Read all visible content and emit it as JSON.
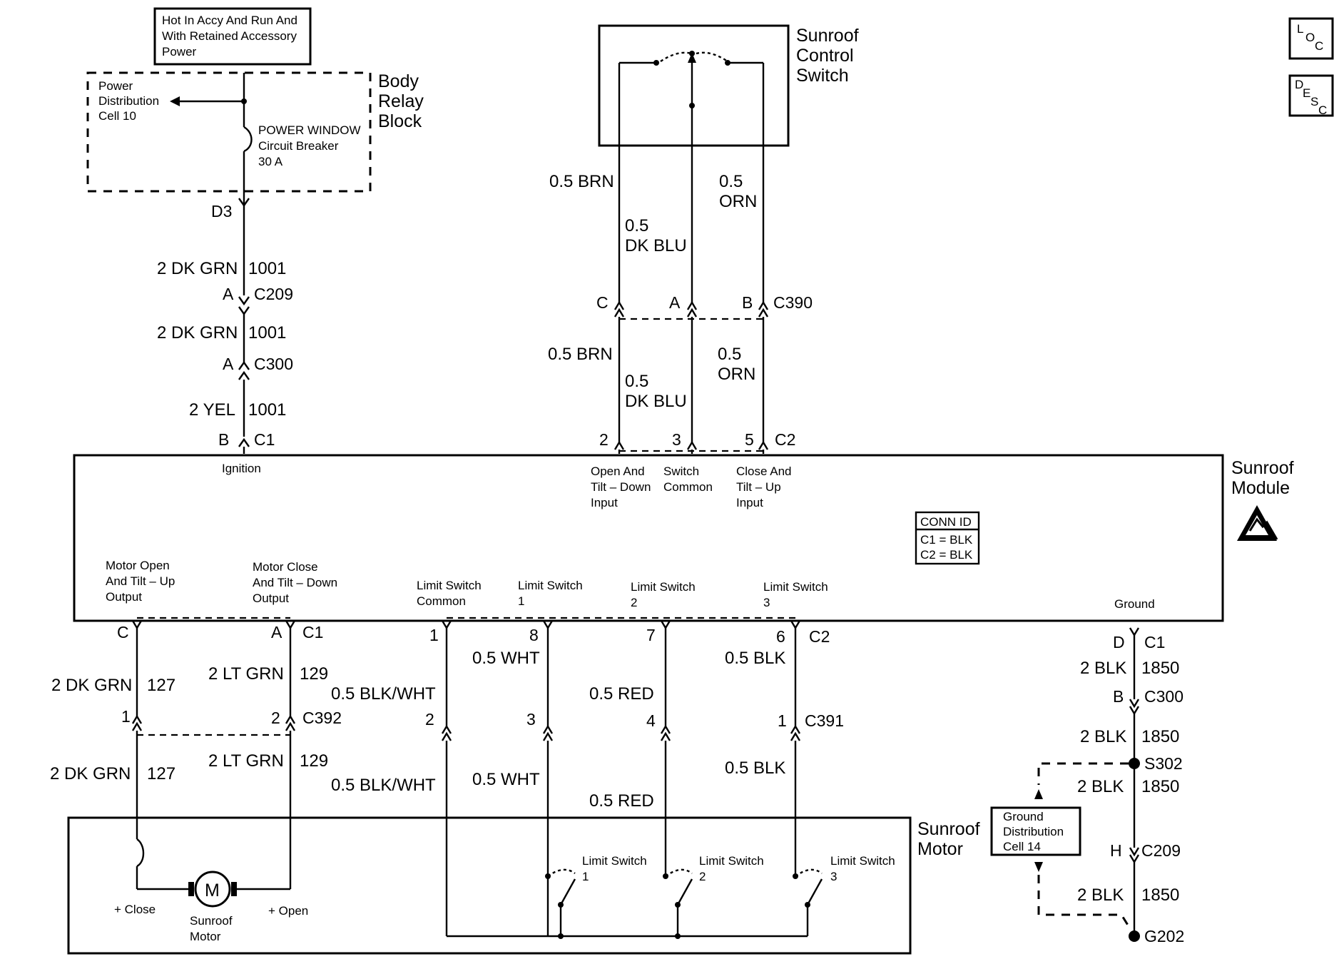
{
  "power_note": [
    "Hot In Accy And Run And",
    "With Retained Accessory",
    "Power"
  ],
  "body_relay_block": {
    "title": [
      "Body",
      "Relay",
      "Block"
    ],
    "power_distribution": [
      "Power",
      "Distribution",
      "Cell 10"
    ],
    "breaker": [
      "POWER WINDOW",
      "Circuit Breaker",
      "30 A"
    ]
  },
  "icons": {
    "loc": {
      "l": "L",
      "o": "O",
      "c": "C"
    },
    "desc": {
      "d": "D",
      "e": "E",
      "s": "S",
      "c": "C"
    }
  },
  "ignition_feed": {
    "d3": "D3",
    "seg1": {
      "color": "2 DK GRN",
      "circuit": "1001"
    },
    "c209": {
      "pin": "A",
      "name": "C209"
    },
    "seg2": {
      "color": "2 DK GRN",
      "circuit": "1001"
    },
    "c300": {
      "pin": "A",
      "name": "C300"
    },
    "seg3": {
      "color": "2 YEL",
      "circuit": "1001"
    },
    "c1": {
      "pin": "B",
      "name": "C1"
    }
  },
  "control_switch": {
    "title": [
      "Sunroof",
      "Control",
      "Switch"
    ],
    "upper": {
      "brn": "0.5 BRN",
      "blu": [
        "0.5",
        "DK BLU"
      ],
      "orn": [
        "0.5",
        "ORN"
      ]
    },
    "c390": {
      "c": "C",
      "a": "A",
      "b": "B",
      "name": "C390"
    },
    "lower": {
      "brn": "0.5 BRN",
      "blu": [
        "0.5",
        "DK BLU"
      ],
      "orn": [
        "0.5",
        "ORN"
      ]
    },
    "c2": {
      "p2": "2",
      "p3": "3",
      "p5": "5",
      "name": "C2"
    }
  },
  "module": {
    "title": [
      "Sunroof",
      "Module"
    ],
    "ignition": "Ignition",
    "open_input": [
      "Open And",
      "Tilt – Down",
      "Input"
    ],
    "switch_common": [
      "Switch",
      "Common"
    ],
    "close_input": [
      "Close And",
      "Tilt – Up",
      "Input"
    ],
    "conn_id": [
      "CONN ID",
      "C1 = BLK",
      "C2 = BLK"
    ],
    "motor_open": [
      "Motor Open",
      "And Tilt – Up",
      "Output"
    ],
    "motor_close": [
      "Motor Close",
      "And Tilt – Down",
      "Output"
    ],
    "ls_common": [
      "Limit Switch",
      "Common"
    ],
    "ls1": [
      "Limit Switch",
      "1"
    ],
    "ls2": [
      "Limit Switch",
      "2"
    ],
    "ls3": [
      "Limit Switch",
      "3"
    ],
    "ground": "Ground"
  },
  "motor_wiring": {
    "c1_top": {
      "c": "C",
      "a": "A",
      "name": "C1"
    },
    "upper": {
      "green": "2 DK GRN",
      "green_ckt": "127",
      "lt": "2 LT GRN",
      "lt_ckt": "129"
    },
    "c392": {
      "p1": "1",
      "p2": "2",
      "name": "C392"
    },
    "lower": {
      "green": "2 DK GRN",
      "green_ckt": "127",
      "lt": "2 LT GRN",
      "lt_ckt": "129"
    }
  },
  "limit_wiring": {
    "c2_top": {
      "p1": "1",
      "p8": "8",
      "p7": "7",
      "p6": "6",
      "name": "C2"
    },
    "upper": {
      "blkwht": "0.5 BLK/WHT",
      "wht": "0.5 WHT",
      "red": "0.5 RED",
      "blk": "0.5 BLK"
    },
    "c391": {
      "p2": "2",
      "p3": "3",
      "p4": "4",
      "p1": "1",
      "name": "C391"
    },
    "lower": {
      "blkwht": "0.5 BLK/WHT",
      "wht": "0.5 WHT",
      "red": "0.5 RED",
      "blk": "0.5 BLK"
    }
  },
  "motor": {
    "title": [
      "Sunroof",
      "Motor"
    ],
    "m": "M",
    "close": "+ Close",
    "open": "+ Open",
    "label": [
      "Sunroof",
      "Motor"
    ],
    "ls1": [
      "Limit Switch",
      "1"
    ],
    "ls2": [
      "Limit Switch",
      "2"
    ],
    "ls3": [
      "Limit Switch",
      "3"
    ]
  },
  "ground_path": {
    "c1": {
      "pin": "D",
      "name": "C1"
    },
    "seg1": {
      "color": "2 BLK",
      "circuit": "1850"
    },
    "c300": {
      "pin": "B",
      "name": "C300"
    },
    "seg2": {
      "color": "2 BLK",
      "circuit": "1850"
    },
    "s302": "S302",
    "seg3": {
      "color": "2 BLK",
      "circuit": "1850"
    },
    "c209": {
      "pin": "H",
      "name": "C209"
    },
    "seg4": {
      "color": "2 BLK",
      "circuit": "1850"
    },
    "g202": "G202",
    "ground_dist": [
      "Ground",
      "Distribution",
      "Cell 14"
    ]
  }
}
